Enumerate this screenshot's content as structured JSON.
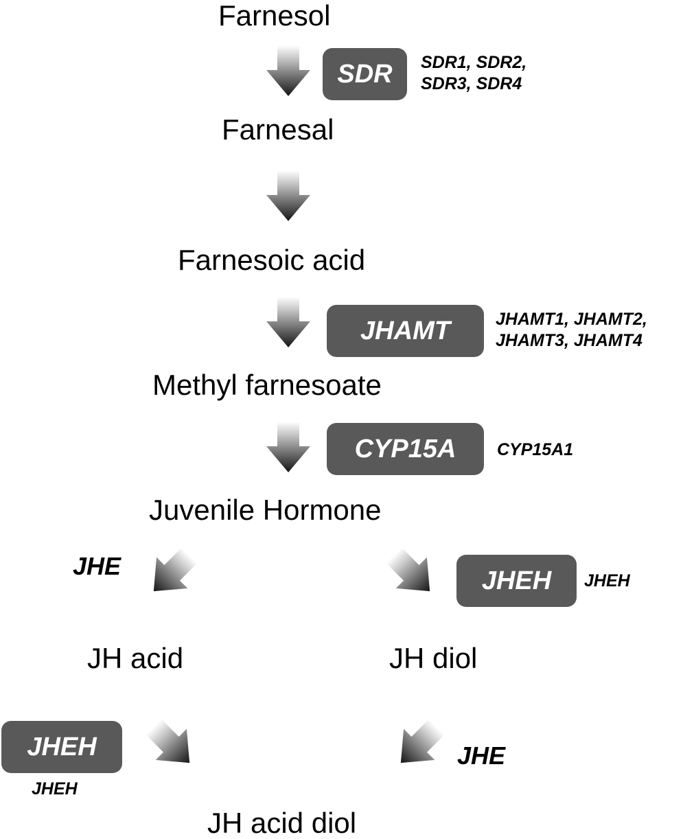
{
  "metabolites": {
    "farnesol": "Farnesol",
    "farnesal": "Farnesal",
    "farnesoic_acid": "Farnesoic acid",
    "methyl_farnesoate": "Methyl farnesoate",
    "juvenile_hormone": "Juvenile Hormone",
    "jh_acid": "JH acid",
    "jh_diol": "JH diol",
    "jh_acid_diol": "JH acid diol"
  },
  "enzymes": {
    "sdr": {
      "label": "SDR",
      "genes": [
        "SDR1, SDR2,",
        "SDR3, SDR4"
      ]
    },
    "jhamt": {
      "label": "JHAMT",
      "genes": [
        "JHAMT1, JHAMT2,",
        "JHAMT3, JHAMT4"
      ]
    },
    "cyp15a": {
      "label": "CYP15A",
      "genes": [
        "CYP15A1"
      ]
    },
    "jheh_right": {
      "label": "JHEH",
      "genes": [
        "JHEH"
      ]
    },
    "jheh_left": {
      "label": "JHEH",
      "genes": [
        "JHEH"
      ]
    },
    "jhe_left": {
      "label": "JHE"
    },
    "jhe_right": {
      "label": "JHE"
    }
  },
  "colors": {
    "enzyme_box": "#595959",
    "arrow_dark": "#1a1a1a",
    "arrow_light": "#ffffff"
  }
}
